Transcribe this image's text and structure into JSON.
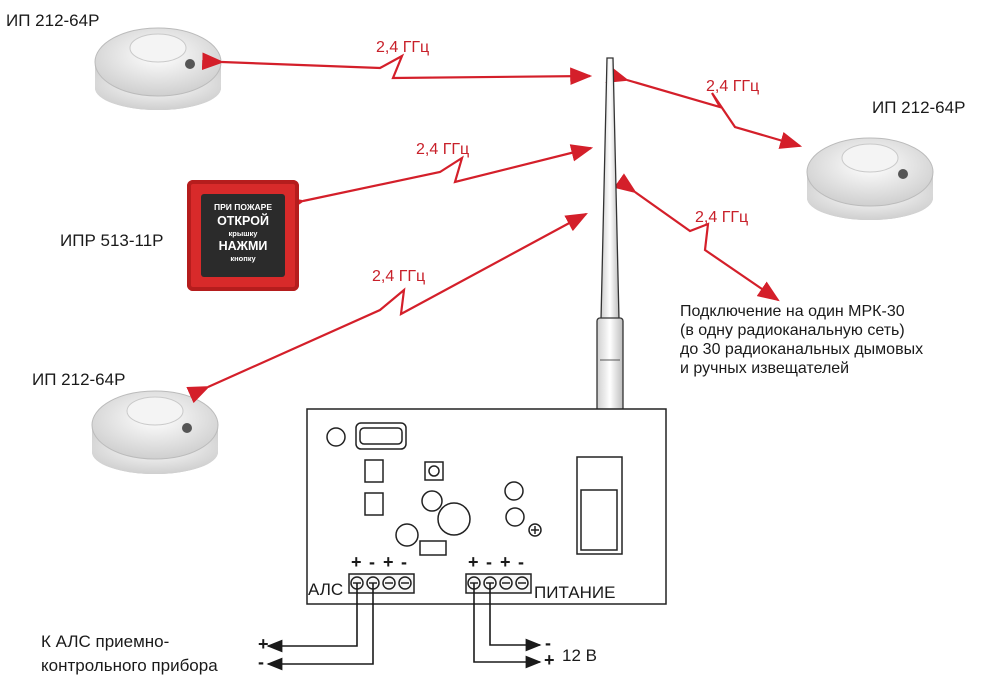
{
  "detectors": {
    "top_left": "ИП 212-64Р",
    "right": "ИП 212-64Р",
    "bottom_left": "ИП 212-64Р"
  },
  "call_point": {
    "label": "ИПР 513-11Р",
    "lines": [
      "ПРИ ПОЖАРЕ",
      "ОТКРОЙ",
      "крышку",
      "НАЖМИ",
      "кнопку"
    ]
  },
  "links": [
    "2,4 ГГц",
    "2,4 ГГц",
    "2,4 ГГц",
    "2,4 ГГц",
    "2,4 ГГц"
  ],
  "note": {
    "lines": [
      "Подключение на один МРК-30",
      "(в одну радиоканальную сеть)",
      "до 30 радиоканальных дымовых",
      "и ручных извещателей"
    ]
  },
  "board": {
    "als_label": "АЛС",
    "power_label": "ПИТАНИЕ",
    "als_signs": [
      "+",
      "-",
      "+",
      "-"
    ],
    "power_signs": [
      "+",
      "-",
      "+",
      "-"
    ]
  },
  "bottom": {
    "als_text": [
      "К АЛС приемно-",
      "контрольного прибора"
    ],
    "als_plus": "+",
    "als_minus": "-",
    "power_minus": "-",
    "power_plus": "+",
    "power_text": "12 В"
  },
  "colors": {
    "link": "#d41f2a",
    "line": "#1a1a1a",
    "detector": "#ececec",
    "call_point": "#d82a2a"
  }
}
